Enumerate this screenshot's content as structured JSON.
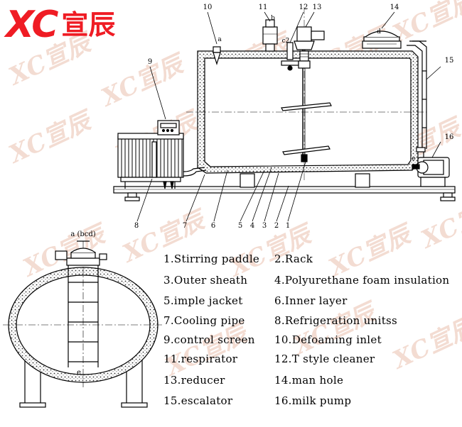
{
  "logo": {
    "latin": "XC",
    "cjk": "宣辰"
  },
  "watermark": {
    "latin": "XC",
    "cjk": "宣辰"
  },
  "diagram": {
    "callouts_top": [
      "10",
      "11",
      "12",
      "13",
      "14",
      "15",
      "16",
      "9"
    ],
    "callouts_bottom": [
      "8",
      "7",
      "6",
      "5",
      "4",
      "3",
      "2",
      "1"
    ],
    "port_letters": {
      "a": "a",
      "b": "b",
      "c2": "c2",
      "d": "d",
      "e": "e"
    },
    "end_view_top_label": "a (bcd)",
    "end_view_bottom_label": "e"
  },
  "legend": [
    [
      "1.Stirring paddle",
      "2.Rack"
    ],
    [
      "3.Outer sheath",
      "4.Polyurethane foam insulation"
    ],
    [
      "5.imple jacket",
      "6.Inner layer"
    ],
    [
      "7.Cooling pipe",
      "8.Refrigeration unitss"
    ],
    [
      "9.control screen",
      "10.Defoaming inlet"
    ],
    [
      "11.respirator",
      "12.T style cleaner"
    ],
    [
      "13.reducer",
      "14.man hole"
    ],
    [
      "15.escalator",
      "16.milk pump"
    ]
  ],
  "colors": {
    "brand": "#ef1c24",
    "watermark": "#f3dcd2",
    "line": "#000000"
  }
}
